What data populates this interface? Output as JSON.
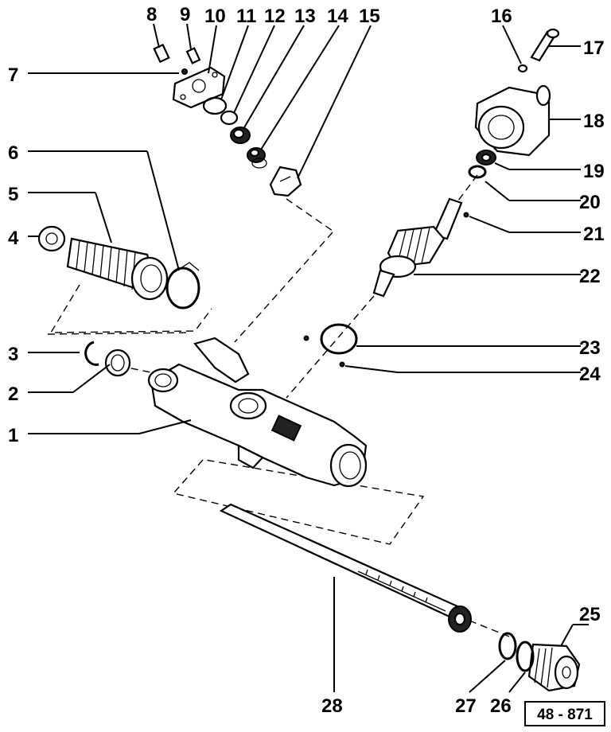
{
  "callouts": [
    "1",
    "2",
    "3",
    "4",
    "5",
    "6",
    "7",
    "8",
    "9",
    "10",
    "11",
    "12",
    "13",
    "14",
    "15",
    "16",
    "17",
    "18",
    "19",
    "20",
    "21",
    "22",
    "23",
    "24",
    "25",
    "26",
    "27",
    "28"
  ],
  "reference": "48 - 871"
}
